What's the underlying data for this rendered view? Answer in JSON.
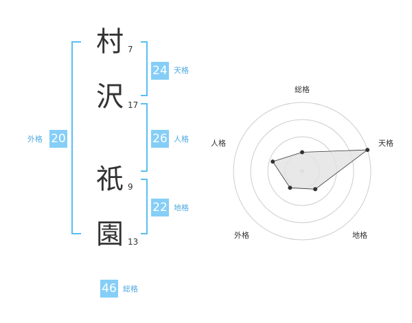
{
  "name": {
    "chars": [
      {
        "char": "村",
        "strokes": "7"
      },
      {
        "char": "沢",
        "strokes": "17"
      },
      {
        "char": "祇",
        "strokes": "9"
      },
      {
        "char": "園",
        "strokes": "13"
      }
    ]
  },
  "kakusu": {
    "tenkaku": {
      "value": "24",
      "label": "天格"
    },
    "jinkaku": {
      "value": "26",
      "label": "人格"
    },
    "chikaku": {
      "value": "22",
      "label": "地格"
    },
    "gaikaku": {
      "value": "20",
      "label": "外格"
    },
    "soukaku": {
      "value": "46",
      "label": "総格"
    }
  },
  "colors": {
    "accent": "#58bdf3",
    "badge_bg": "#85cef7",
    "label_text": "#4fa9e0",
    "radar_fill": "#e2e2e2",
    "radar_grid": "#cccccc",
    "point": "#333333"
  },
  "chart_data": {
    "type": "radar",
    "axes": [
      "総格",
      "天格",
      "地格",
      "外格",
      "人格"
    ],
    "values": [
      1.1,
      4.0,
      1.3,
      1.2,
      1.8
    ],
    "rings": 4,
    "max": 4
  }
}
